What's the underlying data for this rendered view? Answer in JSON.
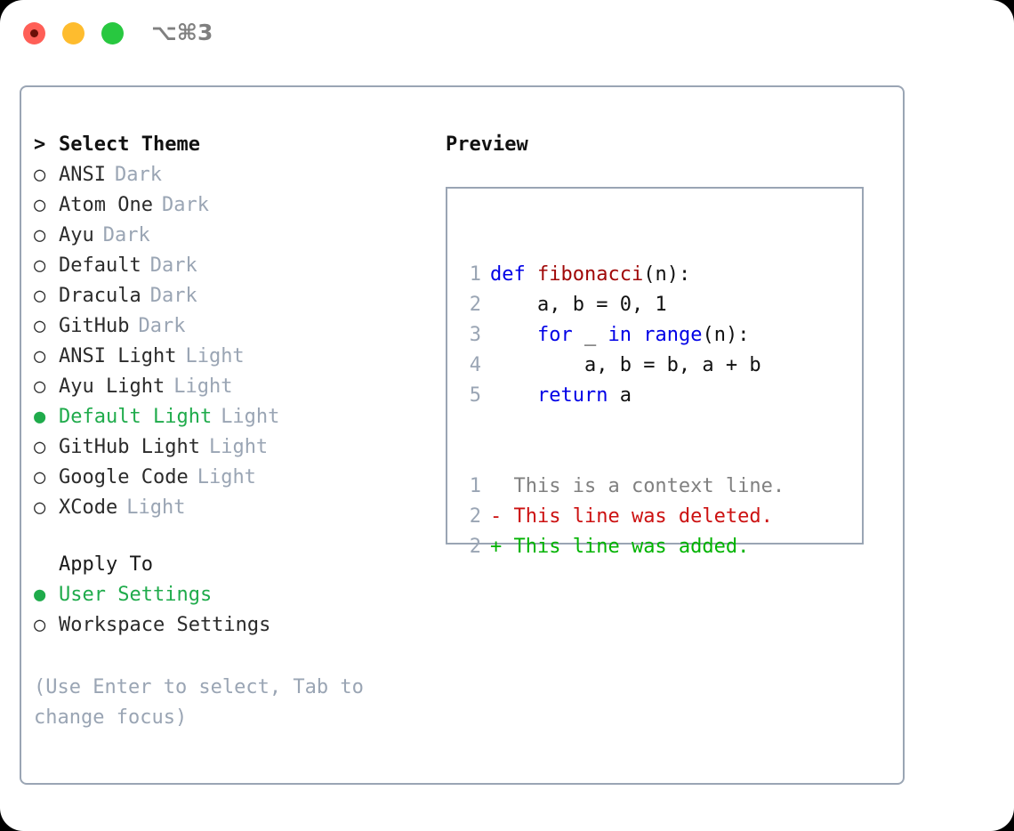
{
  "titlebar": {
    "shortcut": "⌥⌘3",
    "buttons": [
      "close",
      "minimize",
      "maximize"
    ]
  },
  "theme_list": {
    "header_marker": ">",
    "header": "Select Theme",
    "selected_marker": "●",
    "unselected_marker": "○",
    "items": [
      {
        "name": "ANSI",
        "category": "Dark",
        "selected": false
      },
      {
        "name": "Atom One",
        "category": "Dark",
        "selected": false
      },
      {
        "name": "Ayu",
        "category": "Dark",
        "selected": false
      },
      {
        "name": "Default",
        "category": "Dark",
        "selected": false
      },
      {
        "name": "Dracula",
        "category": "Dark",
        "selected": false
      },
      {
        "name": "GitHub",
        "category": "Dark",
        "selected": false
      },
      {
        "name": "ANSI Light",
        "category": "Light",
        "selected": false
      },
      {
        "name": "Ayu Light",
        "category": "Light",
        "selected": false
      },
      {
        "name": "Default Light",
        "category": "Light",
        "selected": true
      },
      {
        "name": "GitHub Light",
        "category": "Light",
        "selected": false
      },
      {
        "name": "Google Code",
        "category": "Light",
        "selected": false
      },
      {
        "name": "XCode",
        "category": "Light",
        "selected": false
      }
    ]
  },
  "apply_to": {
    "title": "Apply To",
    "options": [
      {
        "name": "User Settings",
        "selected": true
      },
      {
        "name": "Workspace Settings",
        "selected": false
      }
    ]
  },
  "hint": "(Use Enter to select, Tab to change focus)",
  "preview": {
    "title": "Preview",
    "code_lines": [
      {
        "num": "1",
        "indent": "",
        "tokens": [
          {
            "text": "def",
            "type": "kw"
          },
          {
            "text": " ",
            "type": "plain"
          },
          {
            "text": "fibonacci",
            "type": "fn"
          },
          {
            "text": "(n):",
            "type": "plain"
          }
        ]
      },
      {
        "num": "2",
        "indent": "    ",
        "tokens": [
          {
            "text": "a, b = 0, 1",
            "type": "plain"
          }
        ]
      },
      {
        "num": "3",
        "indent": "    ",
        "tokens": [
          {
            "text": "for",
            "type": "kw"
          },
          {
            "text": " _ ",
            "type": "plain"
          },
          {
            "text": "in",
            "type": "kw"
          },
          {
            "text": " ",
            "type": "plain"
          },
          {
            "text": "range",
            "type": "kw"
          },
          {
            "text": "(n):",
            "type": "plain"
          }
        ]
      },
      {
        "num": "4",
        "indent": "        ",
        "tokens": [
          {
            "text": "a, b = b, a + b",
            "type": "plain"
          }
        ]
      },
      {
        "num": "5",
        "indent": "    ",
        "tokens": [
          {
            "text": "return",
            "type": "kw"
          },
          {
            "text": " a",
            "type": "plain"
          }
        ]
      }
    ],
    "diff_lines": [
      {
        "num": "1",
        "sign": " ",
        "text": " This is a context line.",
        "type": "ctx"
      },
      {
        "num": "2",
        "sign": "-",
        "text": " This line was deleted.",
        "type": "del"
      },
      {
        "num": "2",
        "sign": "+",
        "text": " This line was added.",
        "type": "add"
      }
    ]
  },
  "colors": {
    "accent_green": "#1fab4b",
    "muted": "#9aa5b4",
    "keyword_blue": "#0000e6",
    "function_red": "#a00808",
    "diff_add": "#00b300",
    "diff_del": "#cc1111",
    "border": "#9aa5b4"
  }
}
